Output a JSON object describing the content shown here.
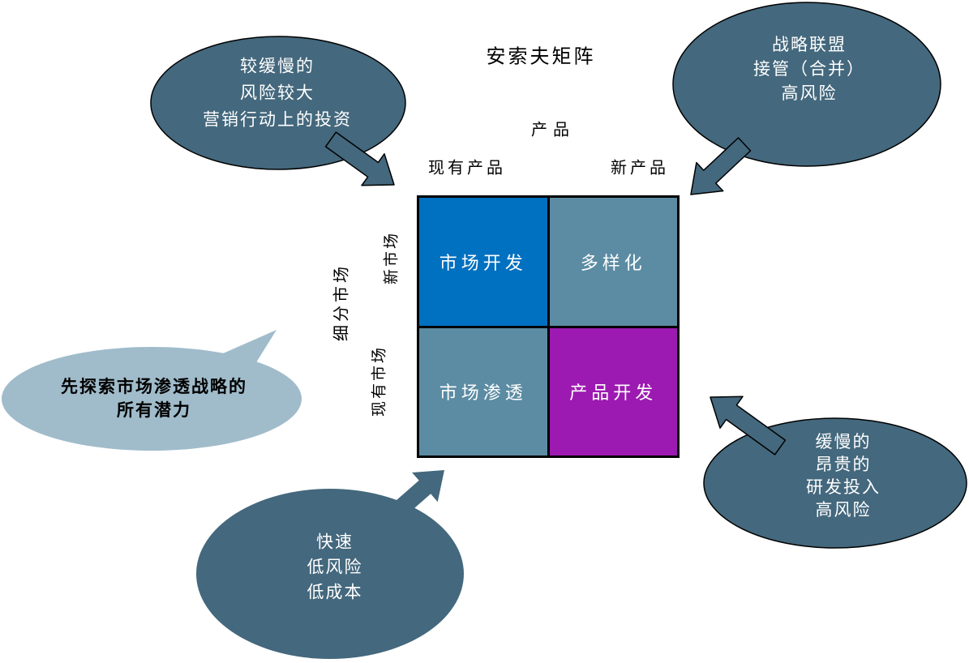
{
  "title": "安索夫矩阵",
  "axes": {
    "product": "产品",
    "existing_products": "现有产品",
    "new_products": "新产品",
    "market_segment": "细分市场",
    "new_market": "新市场",
    "existing_market": "现有市场"
  },
  "matrix": {
    "cells": [
      {
        "label": "市场开发",
        "color": "#0070C0"
      },
      {
        "label": "多样化",
        "color": "#5B8CA3"
      },
      {
        "label": "市场渗透",
        "color": "#5B8CA3"
      },
      {
        "label": "产品开发",
        "color": "#9C1AB1"
      }
    ]
  },
  "callouts": {
    "top_left": {
      "lines": [
        "较缓慢的",
        "风险较大",
        "营销行动上的投资"
      ]
    },
    "top_right": {
      "lines": [
        "战略联盟",
        "接管（合并）",
        "高风险"
      ]
    },
    "bottom_left": {
      "lines": [
        "快速",
        "低风险",
        "低成本"
      ]
    },
    "bottom_right": {
      "lines": [
        "缓慢的",
        "昂贵的",
        "研发投入",
        "高风险"
      ]
    }
  },
  "speech_bubble": {
    "lines": [
      "先探索市场渗透战略的",
      "所有潜力"
    ]
  },
  "colors": {
    "callout_fill": "#44687D",
    "callout_stroke": "#000000",
    "bubble_fill": "#A0BCCB",
    "matrix_border": "#000000",
    "callout_text": "#FFFFFF",
    "label_text": "#000000"
  }
}
